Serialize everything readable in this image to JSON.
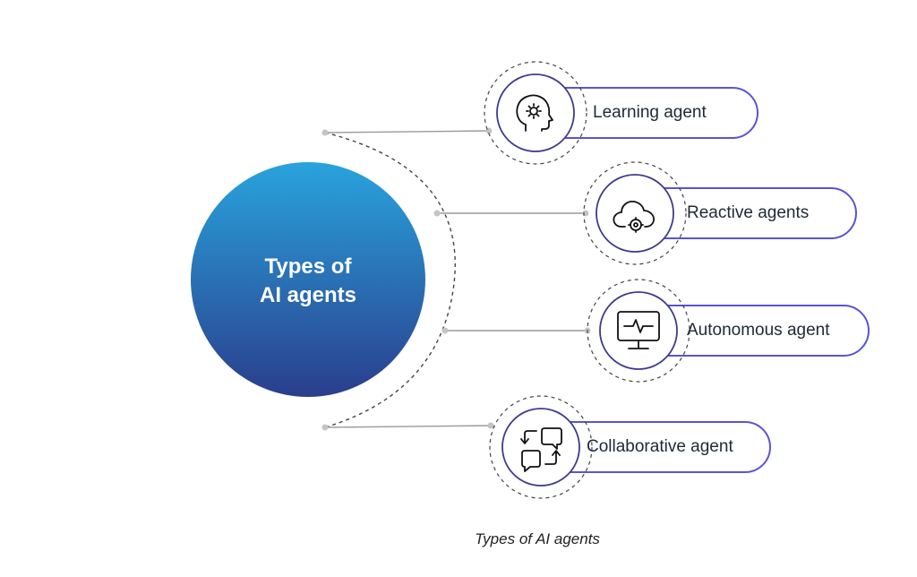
{
  "hub": {
    "line1": "Types of",
    "line2": "AI agents"
  },
  "agents": [
    {
      "label": "Learning agent",
      "icon": "head-gear-icon"
    },
    {
      "label": "Reactive agents",
      "icon": "cloud-gear-icon"
    },
    {
      "label": "Autonomous agent",
      "icon": "monitor-pulse-icon"
    },
    {
      "label": "Collaborative agent",
      "icon": "chat-exchange-icon"
    }
  ],
  "caption": "Types of AI agents",
  "colors": {
    "hub_top": "#29a3dd",
    "hub_bottom": "#2a3e8c",
    "pill_border": "#5b53d6",
    "icon_ring": "#3f3a8f",
    "connector": "#9a9a9a"
  }
}
